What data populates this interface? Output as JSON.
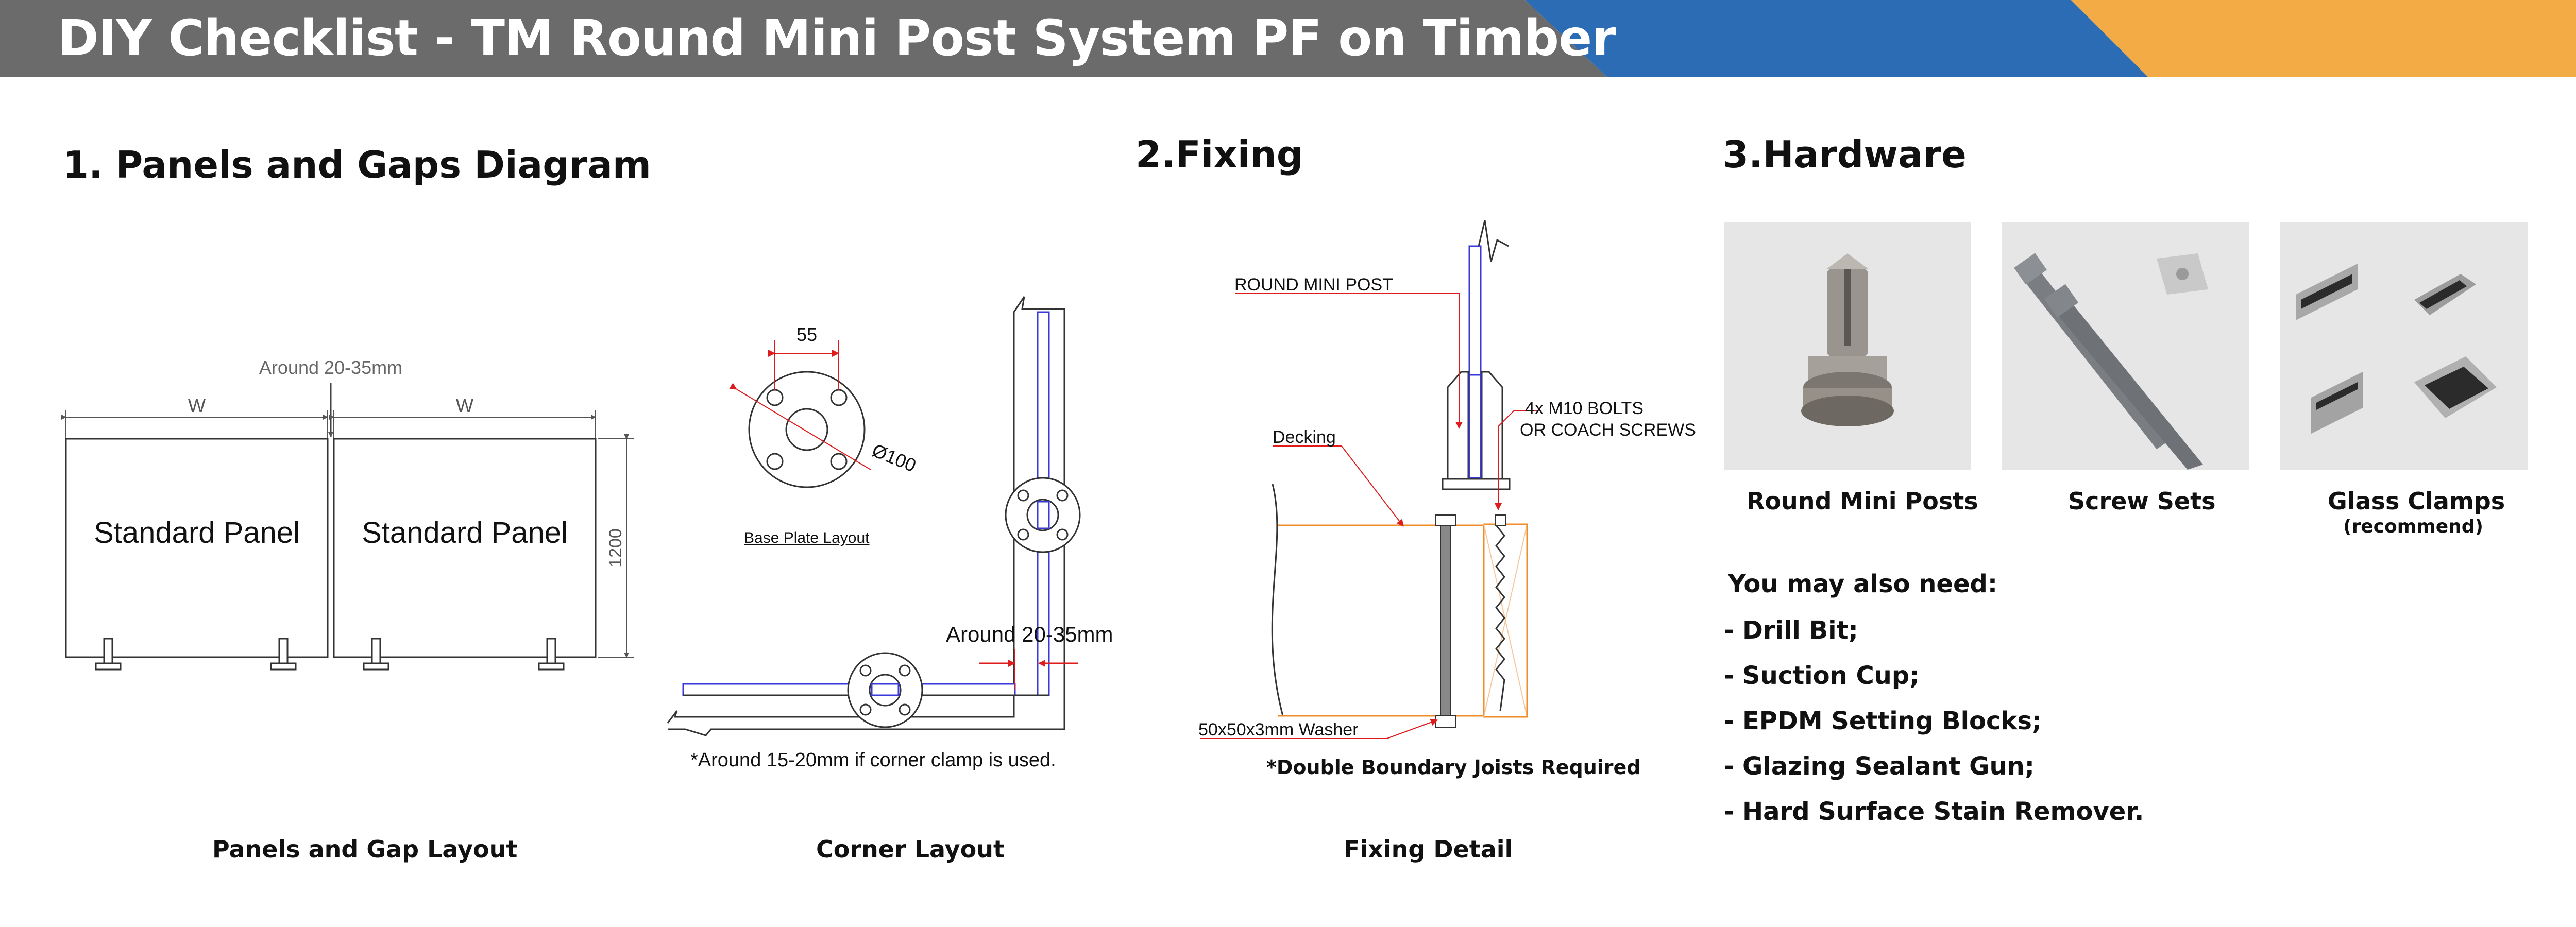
{
  "header": {
    "title": "DIY Checklist - TM Round Mini Post System PF on Timber",
    "colors": {
      "gray": "#6b6b6b",
      "blue": "#2b6cb4",
      "orange": "#f2ab45"
    }
  },
  "sections": {
    "panels": {
      "title": "1. Panels and Gaps Diagram"
    },
    "fixing": {
      "title": "2.Fixing"
    },
    "hardware": {
      "title": "3.Hardware"
    }
  },
  "panels_diagram": {
    "gap_label": "Around 20-35mm",
    "width_label": "W",
    "height_label": "1200",
    "panel_label": "Standard Panel",
    "caption": "Panels and Gap Layout"
  },
  "corner_diagram": {
    "dim_55": "55",
    "dim_dia": "Ø100",
    "base_plate_label": "Base Plate Layout",
    "gap_label": "Around 20-35mm",
    "note": "*Around 15-20mm if corner clamp is used.",
    "caption": "Corner Layout"
  },
  "fixing_diagram": {
    "post_label": "ROUND MINI POST",
    "decking_label": "Decking",
    "bolts_label_1": "4x M10 BOLTS",
    "bolts_label_2": "OR COACH SCREWS",
    "washer_label": "50x50x3mm Washer",
    "note": "*Double Boundary Joists Required",
    "caption": "Fixing Detail"
  },
  "hardware": {
    "items": [
      {
        "label": "Round Mini Posts",
        "sub": "",
        "icon": "round-mini-post-photo"
      },
      {
        "label": "Screw Sets",
        "sub": "",
        "icon": "screw-set-photo"
      },
      {
        "label": "Glass Clamps",
        "sub": "(recommend)",
        "icon": "glass-clamp-photo"
      }
    ],
    "also_need_title": "You may also need:",
    "also_need": [
      "Drill Bit;",
      "Suction Cup;",
      "EPDM Setting Blocks;",
      "Glazing Sealant Gun;",
      "Hard Surface Stain Remover."
    ],
    "bullet": "-"
  }
}
